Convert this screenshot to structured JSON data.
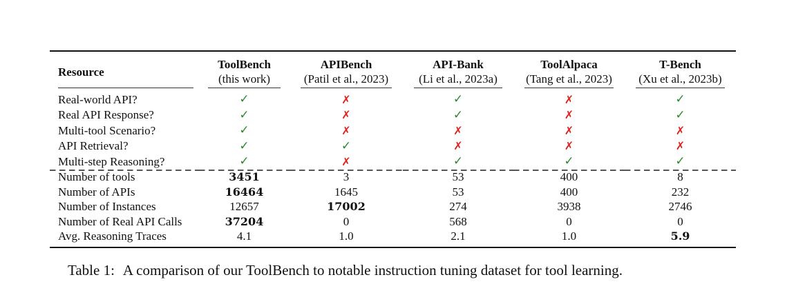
{
  "table": {
    "columns": [
      {
        "name": "Resource",
        "sub": ""
      },
      {
        "name": "ToolBench",
        "sub": "(this work)"
      },
      {
        "name": "APIBench",
        "sub": "(Patil et al., 2023)"
      },
      {
        "name": "API-Bank",
        "sub": "(Li et al., 2023a)"
      },
      {
        "name": "ToolAlpaca",
        "sub": "(Tang et al., 2023)"
      },
      {
        "name": "T-Bench",
        "sub": "(Xu et al., 2023b)"
      }
    ],
    "feature_rows": [
      {
        "label": "Real-world API?",
        "values": [
          "✓",
          "✗",
          "✓",
          "✗",
          "✓"
        ]
      },
      {
        "label": "Real API Response?",
        "values": [
          "✓",
          "✗",
          "✓",
          "✗",
          "✓"
        ]
      },
      {
        "label": "Multi-tool Scenario?",
        "values": [
          "✓",
          "✗",
          "✗",
          "✗",
          "✗"
        ]
      },
      {
        "label": "API Retrieval?",
        "values": [
          "✓",
          "✓",
          "✗",
          "✗",
          "✗"
        ]
      },
      {
        "label": "Multi-step Reasoning?",
        "values": [
          "✓",
          "✗",
          "✓",
          "✓",
          "✓"
        ]
      }
    ],
    "numeric_rows": [
      {
        "label": "Number of tools",
        "values": [
          "3451",
          "3",
          "53",
          "400",
          "8"
        ],
        "bold_index": 0
      },
      {
        "label": "Number of APIs",
        "values": [
          "16464",
          "1645",
          "53",
          "400",
          "232"
        ],
        "bold_index": 0
      },
      {
        "label": "Number of Instances",
        "values": [
          "12657",
          "17002",
          "274",
          "3938",
          "2746"
        ],
        "bold_index": 1
      },
      {
        "label": "Number of Real API Calls",
        "values": [
          "37204",
          "0",
          "568",
          "0",
          "0"
        ],
        "bold_index": 0
      },
      {
        "label": "Avg. Reasoning Traces",
        "values": [
          "4.1",
          "1.0",
          "2.1",
          "1.0",
          "5.9"
        ],
        "bold_index": 4
      }
    ],
    "colors": {
      "check": "#2a8a2a",
      "cross": "#e0201c"
    }
  },
  "caption": {
    "number": "Table 1:",
    "text": "A comparison of our ToolBench to notable instruction tuning dataset for tool learning."
  }
}
